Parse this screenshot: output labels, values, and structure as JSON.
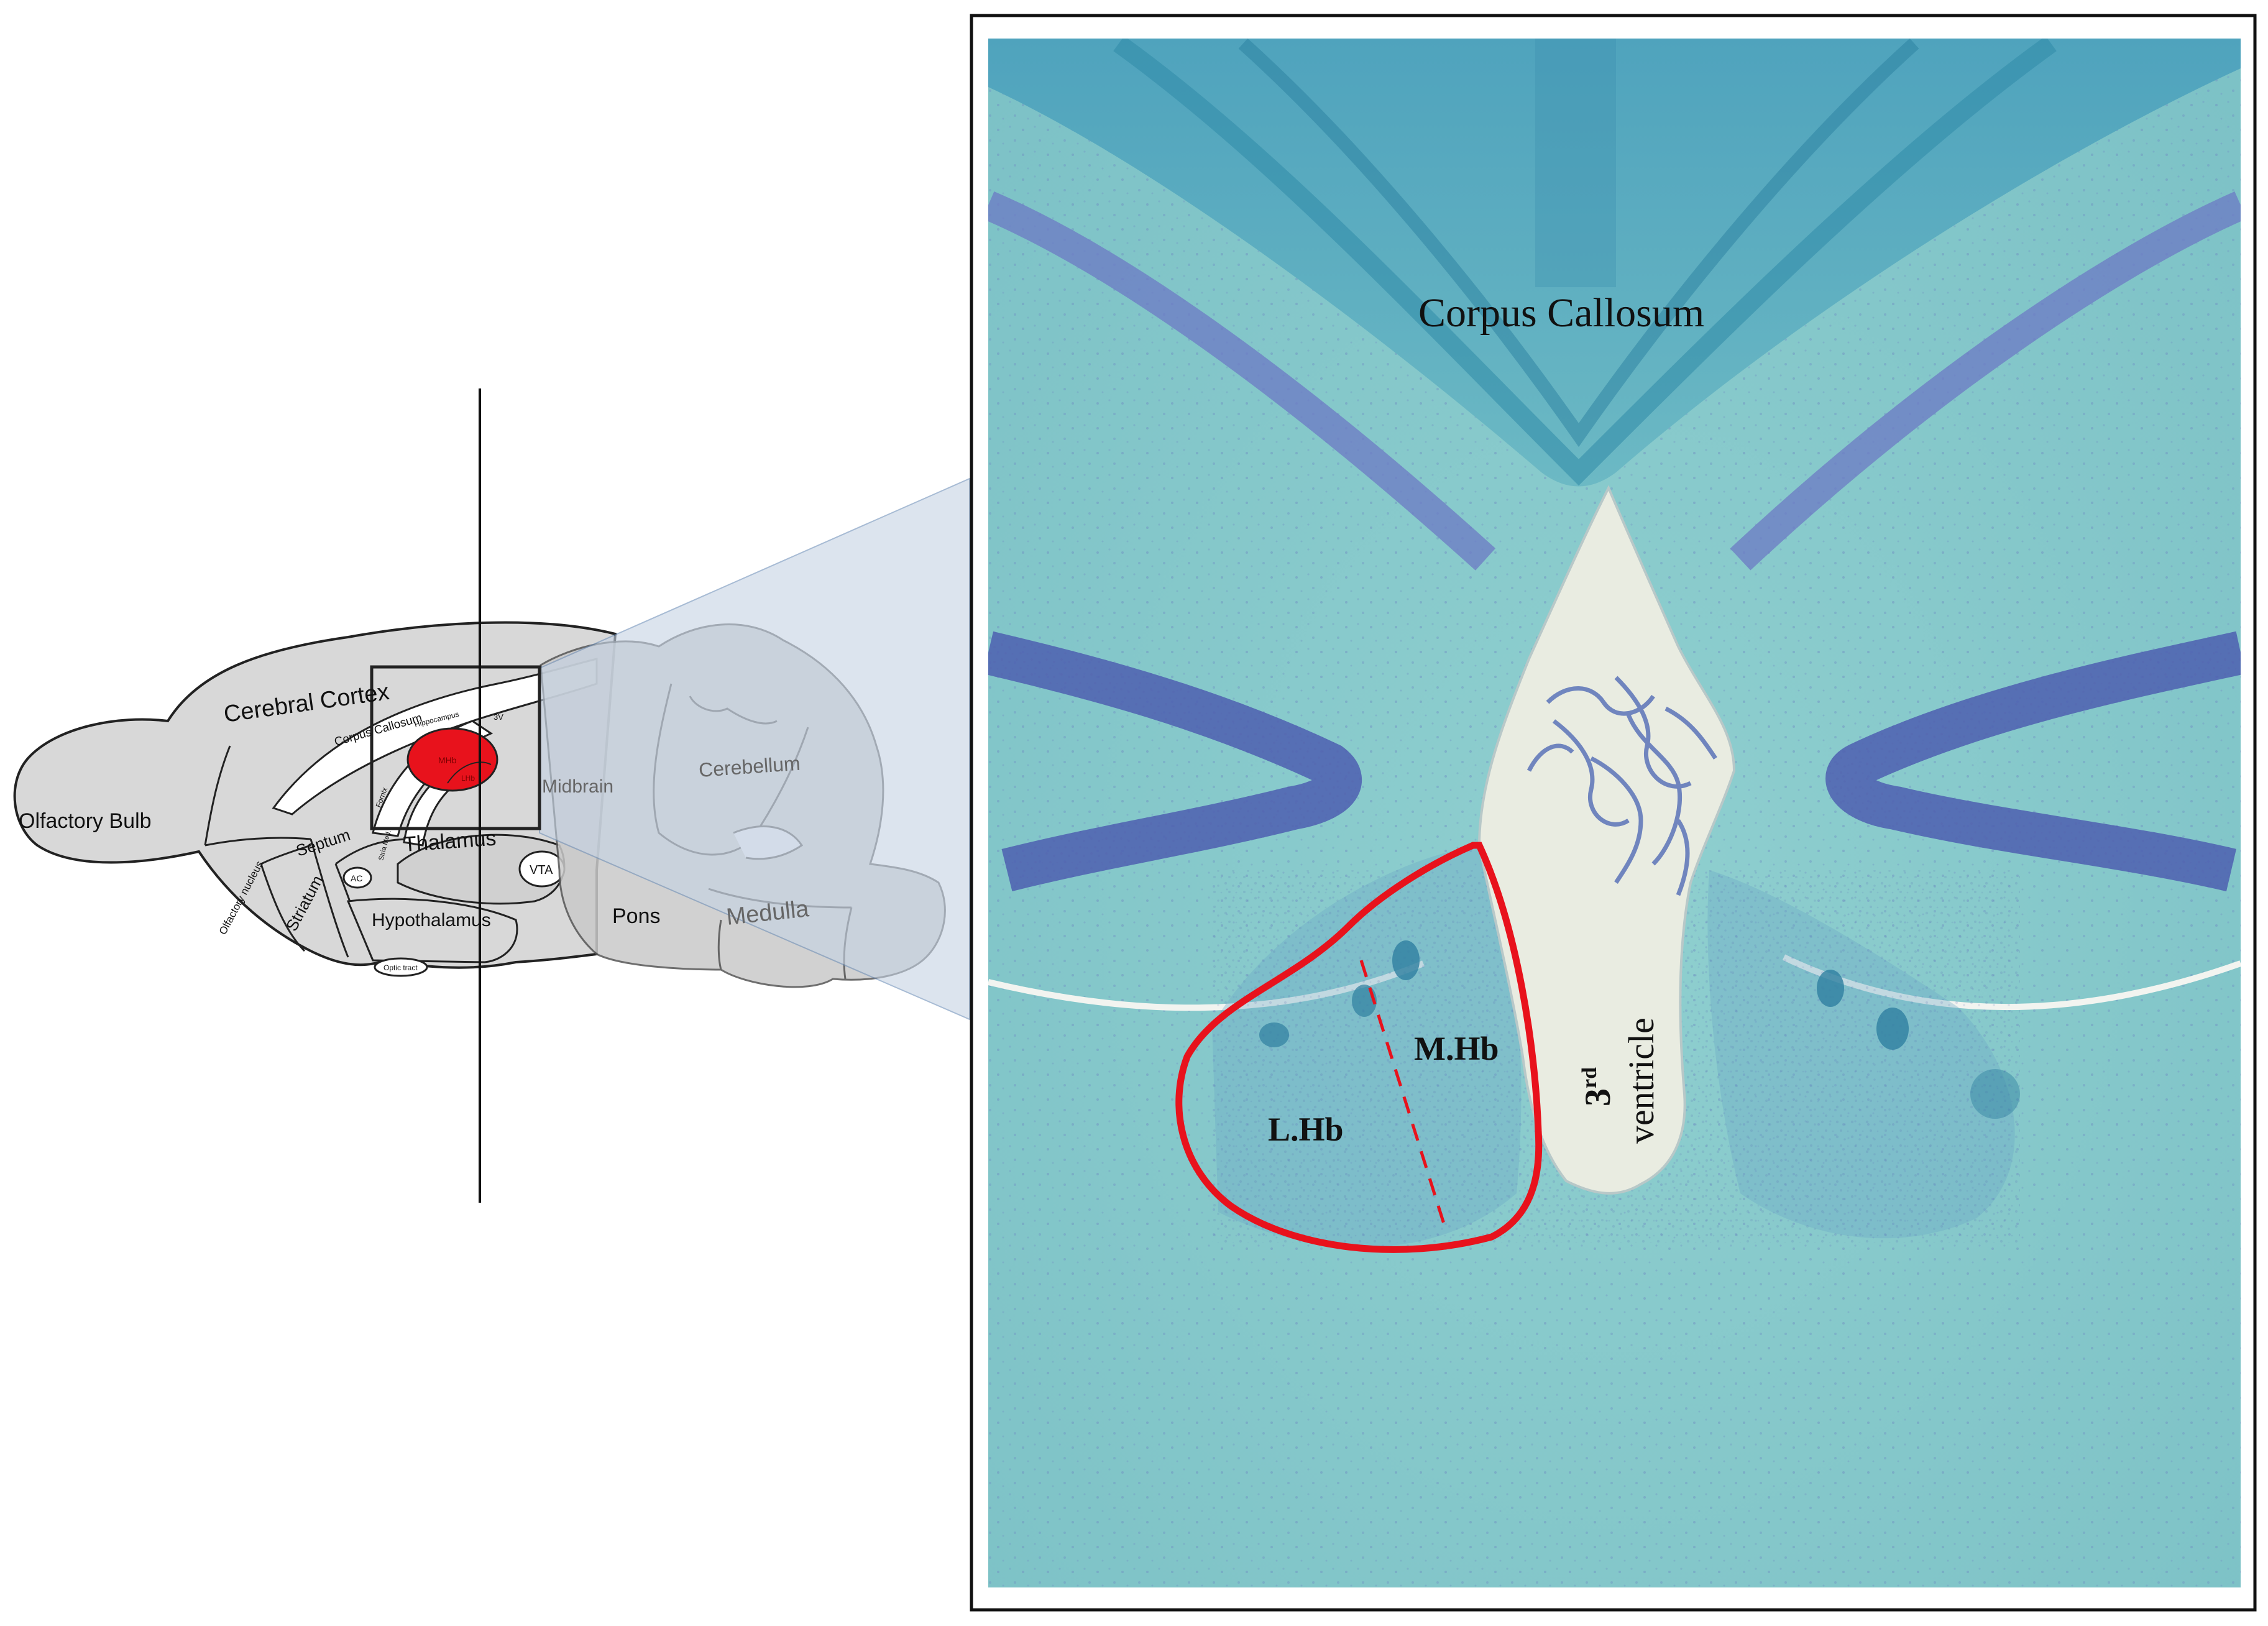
{
  "sagittal": {
    "labels": {
      "olfactory_bulb": "Olfactory Bulb",
      "cerebral_cortex": "Cerebral Cortex",
      "corpus_callosum": "Corpus Callosum",
      "hippocampus": "Hippocampus",
      "third_ventricle": "3V",
      "mhb": "MHb",
      "lhb": "LHb",
      "midbrain": "Midbrain",
      "cerebellum": "Cerebellum",
      "fornix": "Fornix",
      "septum": "Septum",
      "olfactory_nucleus": "Olfactory nucleus",
      "striatum": "Striatum",
      "stria_medullaris": "Stria Med.",
      "ac": "AC",
      "thalamus": "Thalamus",
      "vta": "VTA",
      "hypothalamus": "Hypothalamus",
      "optic_tract": "Optic tract",
      "pons": "Pons",
      "medulla": "Medulla"
    },
    "colors": {
      "brain_fill": "#d8d8d8",
      "habenula": "#e8121c",
      "overlay": "#c5d3e4"
    }
  },
  "micrograph": {
    "labels": {
      "corpus_callosum": "Corpus Callosum",
      "third": "3",
      "third_sup": "rd",
      "ventricle": "ventricle",
      "mhb": "M.Hb",
      "lhb": "L.Hb"
    },
    "colors": {
      "tissue": "#86c9ca",
      "stain_dark": "#4e5fb0",
      "outline": "#e8121c",
      "ventricle": "#e9ece1"
    }
  }
}
